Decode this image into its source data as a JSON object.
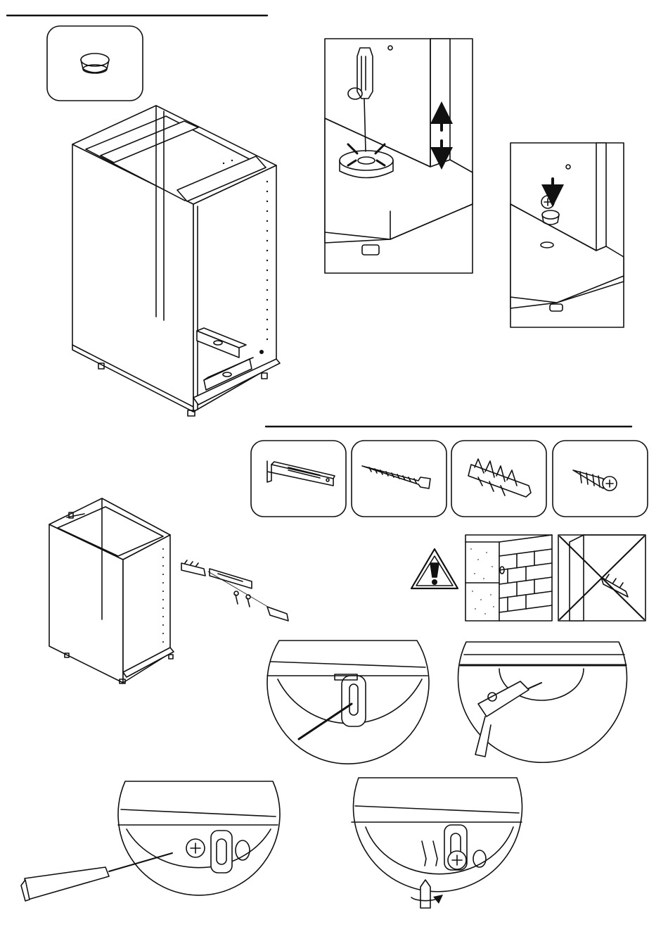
{
  "page": {
    "background": "#ffffff",
    "ink": "#111111",
    "has_text": false
  },
  "sections": [
    {
      "name": "cabinet-levelling-step",
      "icons": [
        "cap-plug-icon",
        "base-cabinet-icon",
        "spirit-level-icon",
        "screwdriver-icon",
        "adjustable-foot-icon"
      ]
    },
    {
      "name": "wall-fixing-step",
      "icons": [
        "wall-bracket-icon",
        "wood-screw-icon",
        "wall-plug-icon",
        "screw-icon",
        "warning-icon",
        "brick-wall-icon",
        "plasterboard-wall-icon",
        "drill-icon"
      ]
    }
  ],
  "parts": [
    {
      "name": "wall-bracket",
      "icon": "wall-bracket-icon"
    },
    {
      "name": "long-wood-screw",
      "icon": "wood-screw-icon"
    },
    {
      "name": "wall-plug",
      "icon": "wall-plug-icon"
    },
    {
      "name": "short-screw",
      "icon": "screw-icon"
    }
  ],
  "wall_types": [
    {
      "name": "solid-masonry-wall",
      "allowed": true
    },
    {
      "name": "plasterboard-wall",
      "allowed": false
    }
  ],
  "colors": {
    "line": "#111111",
    "fill": "#ffffff",
    "speckle": "#444444"
  }
}
